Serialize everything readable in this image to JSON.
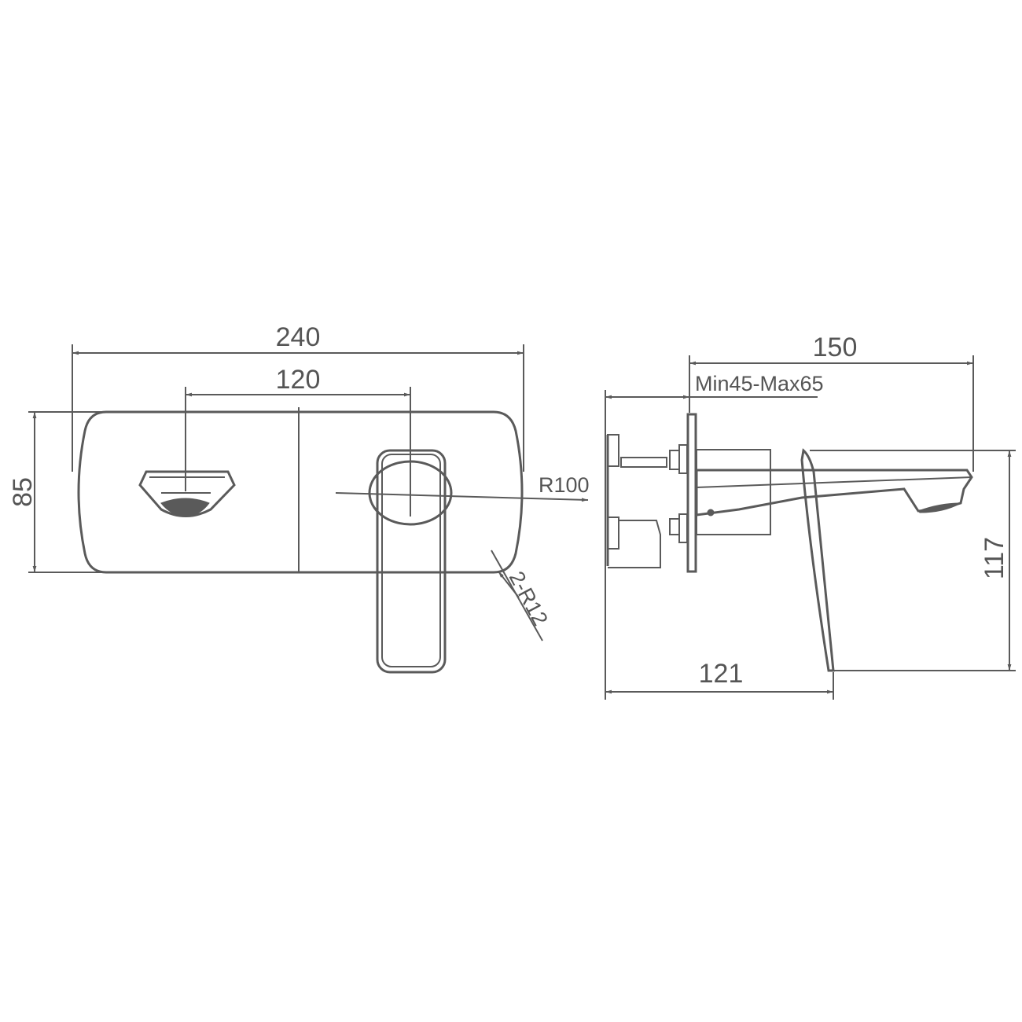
{
  "drawing": {
    "front_view": {
      "overall_width": "240",
      "center_distance": "120",
      "height": "85",
      "arc_radius": "R100",
      "corner_radius": "2-R12"
    },
    "side_view": {
      "projection": "150",
      "wall_depth": "Min45-Max65",
      "height": "117",
      "spout_reach": "121"
    },
    "line_color": "#5a5a5a"
  }
}
